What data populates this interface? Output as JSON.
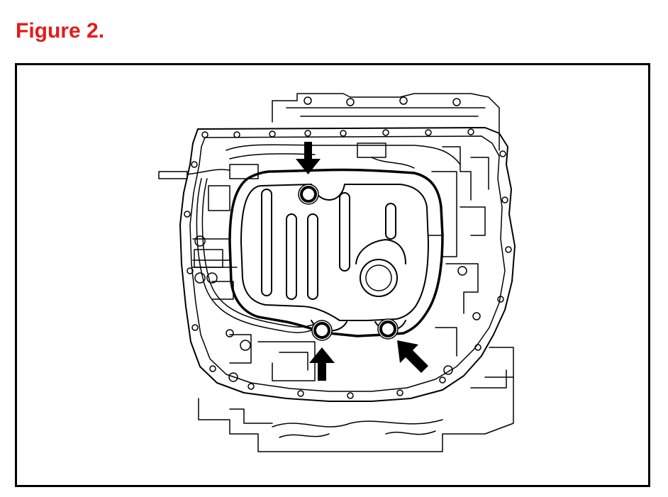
{
  "figure": {
    "title": "Figure 2."
  },
  "diagram": {
    "subject": "transmission-oil-strainer-bolts",
    "arrow_count": 3,
    "highlighted_bolt_count": 3,
    "colors": {
      "title": "#e41b1b",
      "line": "#000000",
      "background": "#ffffff"
    }
  }
}
